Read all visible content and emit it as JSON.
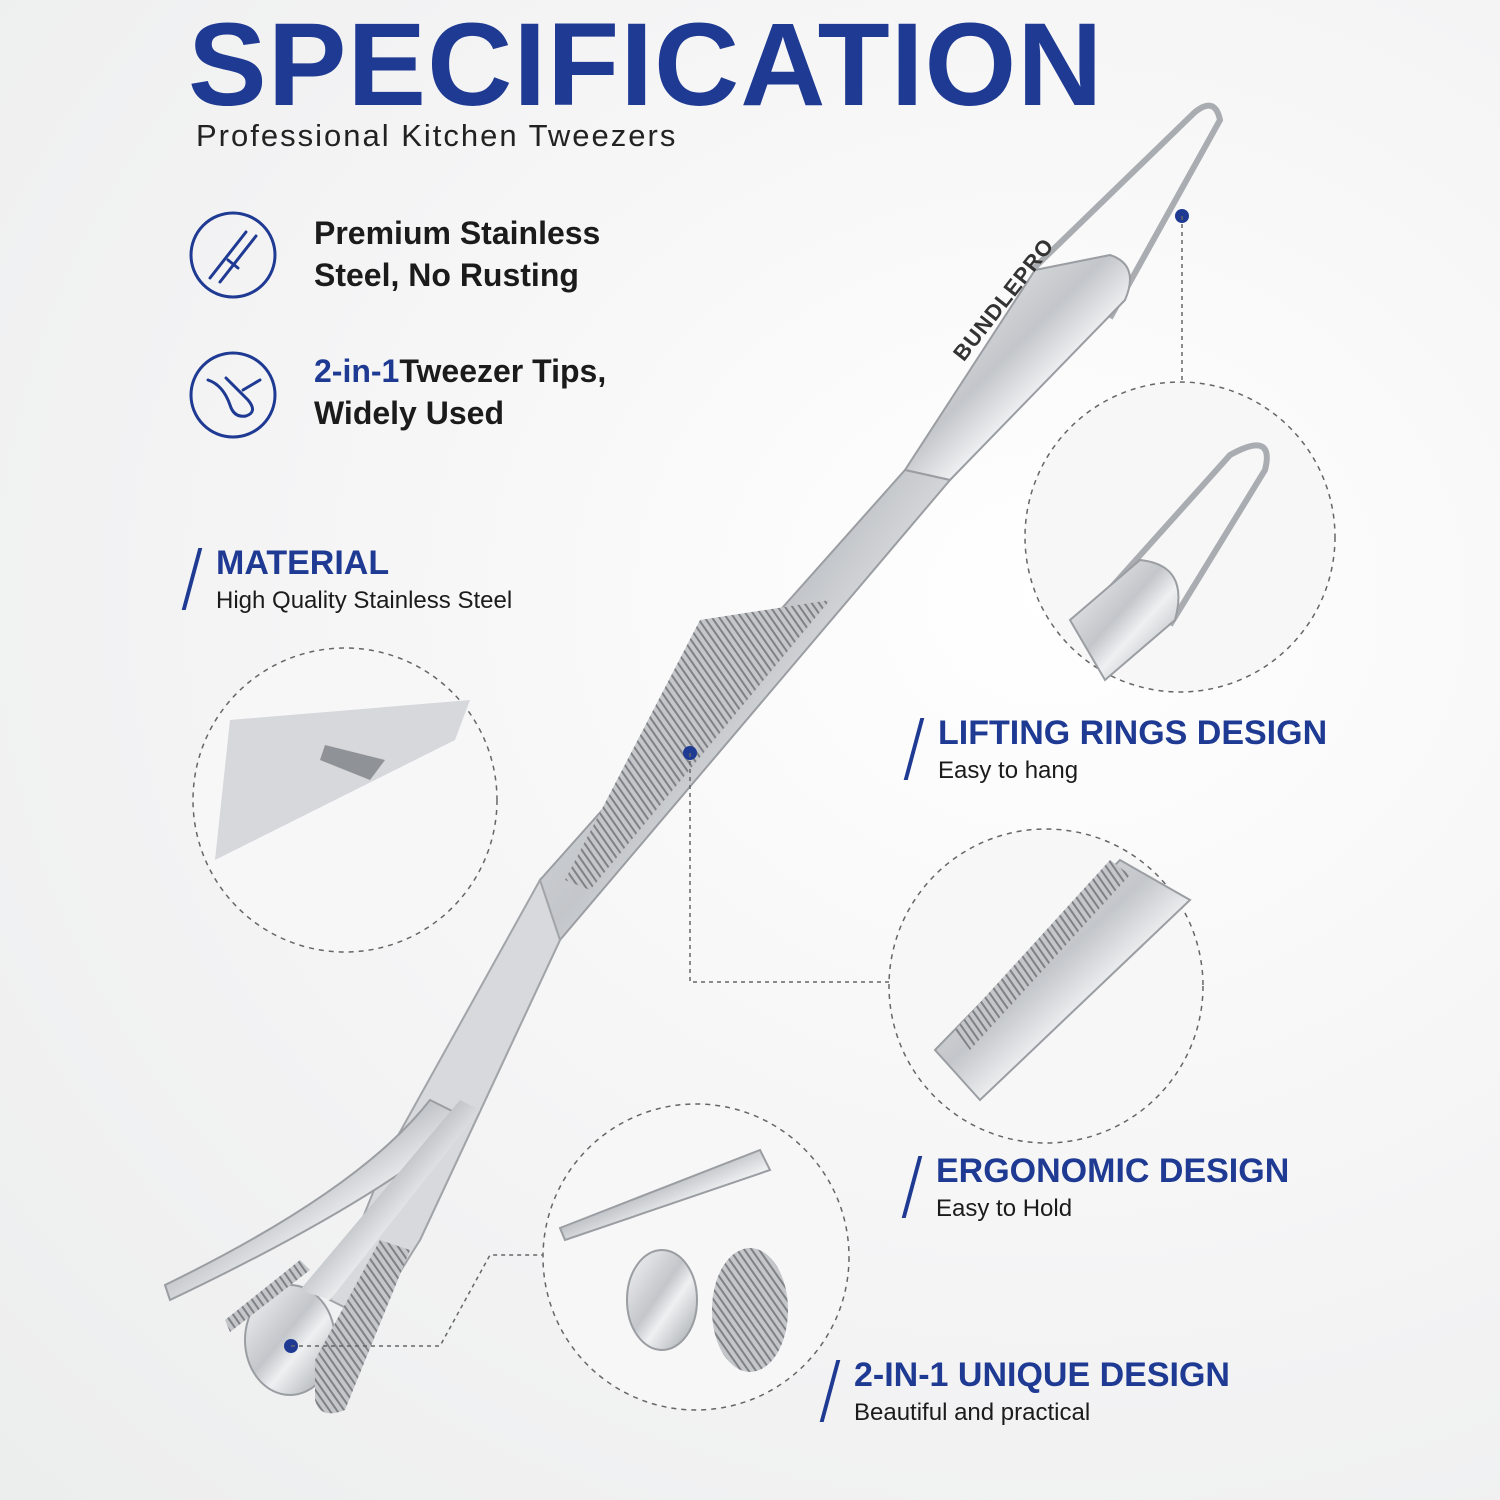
{
  "header": {
    "title": "SPECIFICATION",
    "subtitle": "Professional Kitchen Tweezers"
  },
  "features": [
    {
      "icon": "stainless-steel-icon",
      "line1": "Premium Stainless",
      "line2": "Steel, No Rusting"
    },
    {
      "icon": "tweezer-tips-icon",
      "accent": "2-in-1",
      "line1_rest": "Tweezer Tips,",
      "line2": "Widely Used"
    }
  ],
  "callouts": {
    "material": {
      "title": "MATERIAL",
      "sub": "High Quality Stainless Steel"
    },
    "lifting": {
      "title": "LIFTING RINGS DESIGN",
      "sub": "Easy to hang"
    },
    "ergonomic": {
      "title": "ERGONOMIC DESIGN",
      "sub": "Easy to Hold"
    },
    "unique": {
      "title": "2-IN-1 UNIQUE DESIGN",
      "sub": "Beautiful and practical"
    }
  },
  "product": {
    "brand": "BUNDLEPRO"
  },
  "colors": {
    "accent": "#1f3a93",
    "text": "#1b1b1b",
    "steel": "#c9cbce"
  }
}
